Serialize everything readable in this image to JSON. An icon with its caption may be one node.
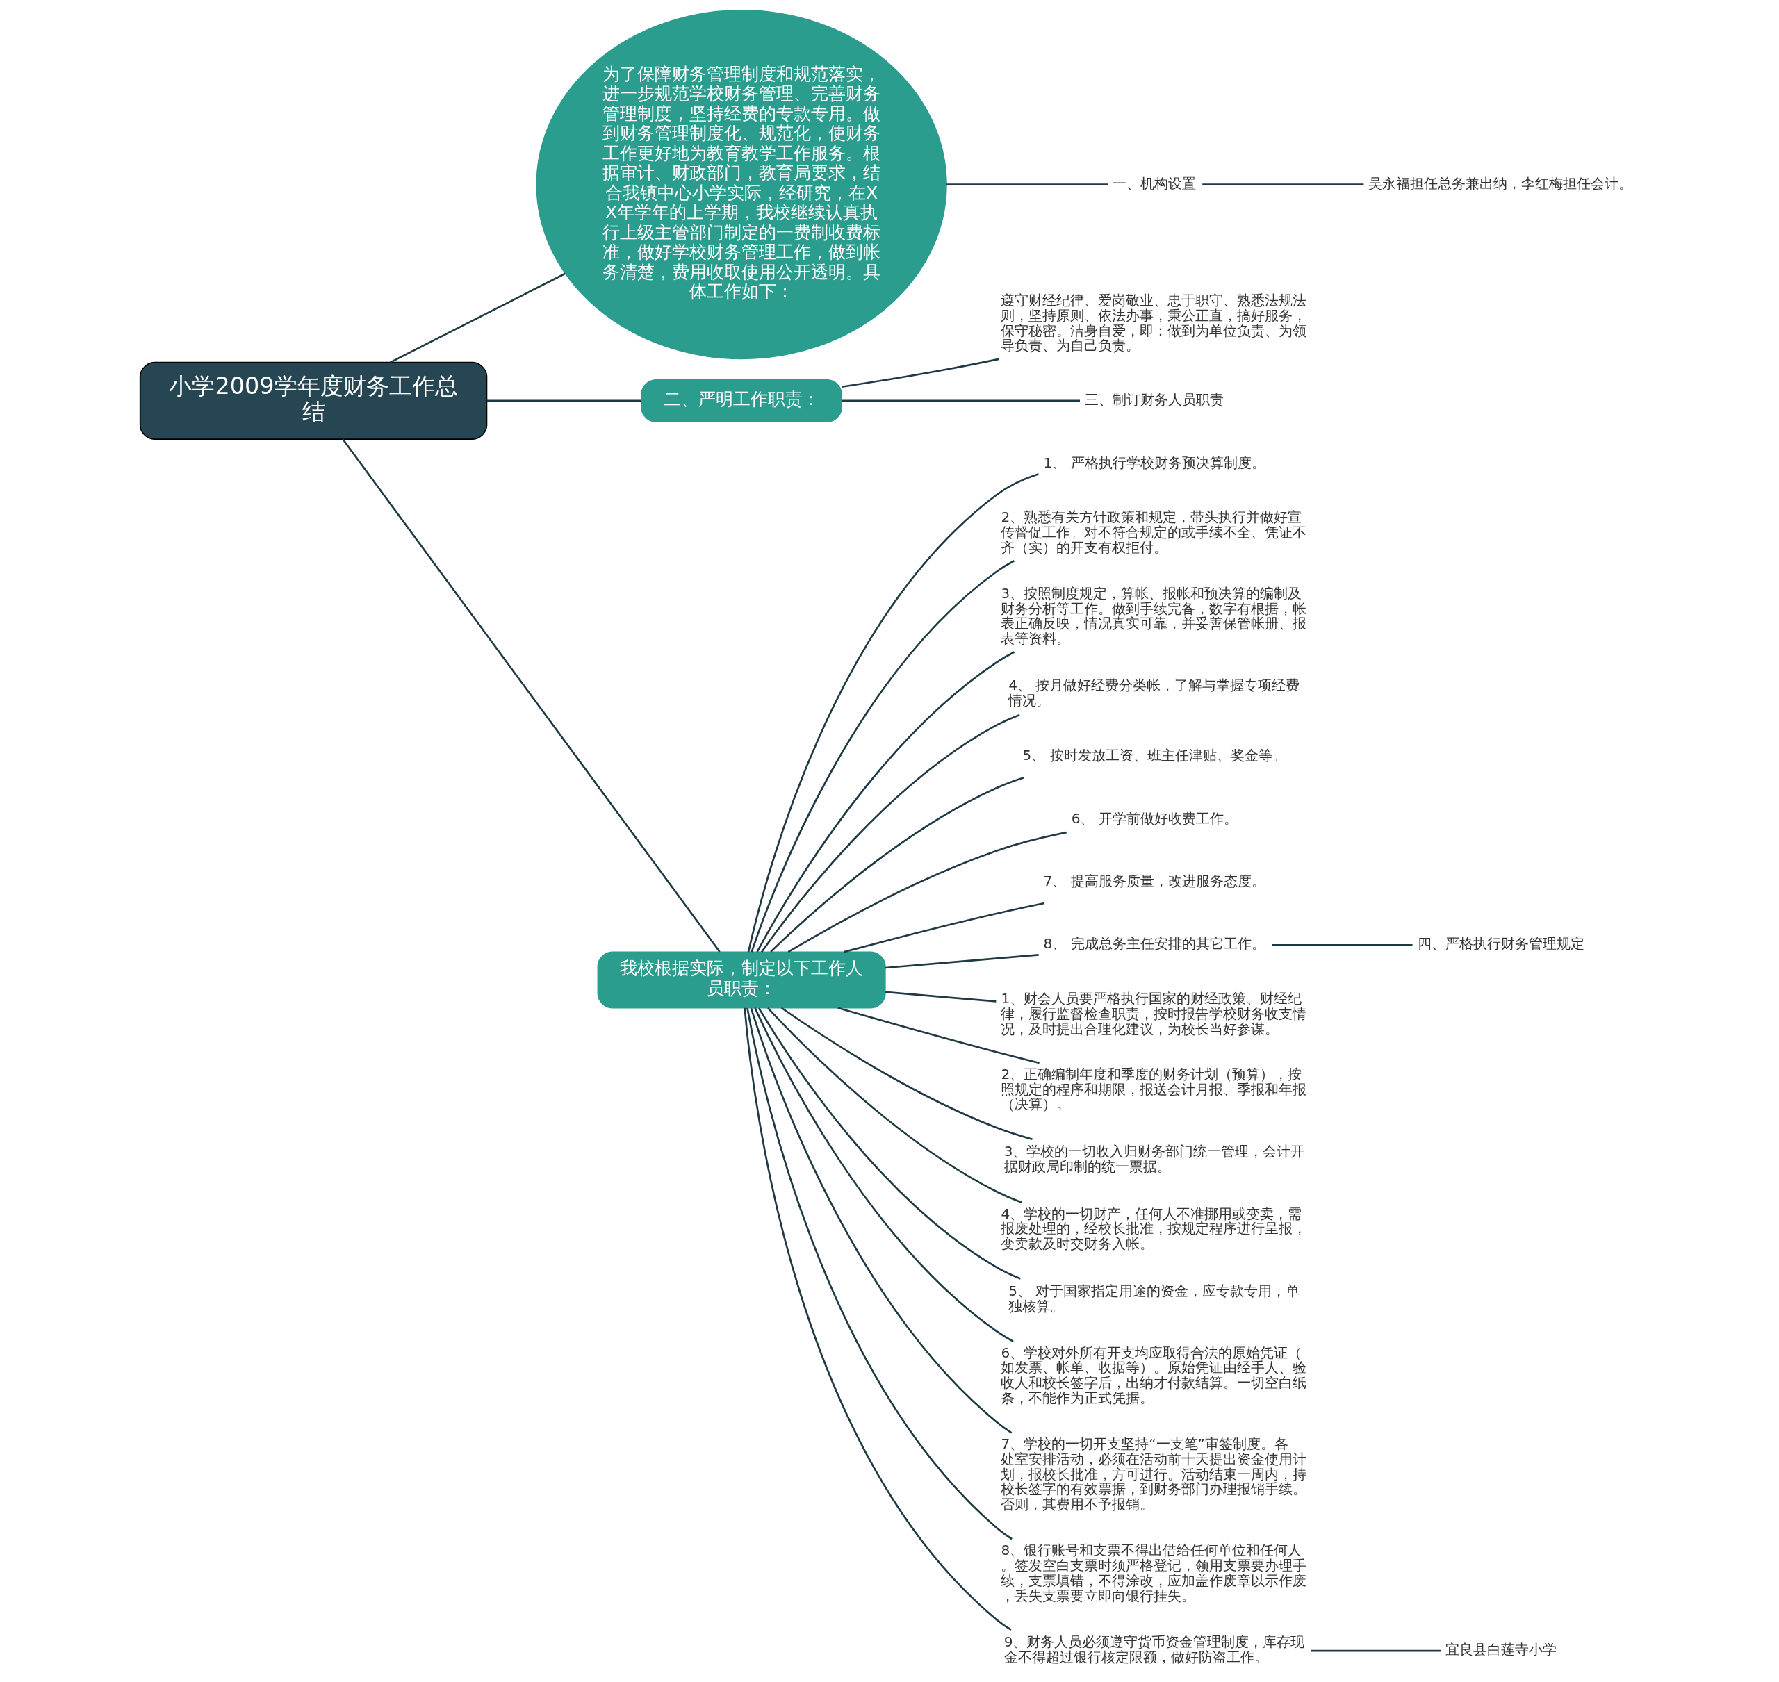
{
  "diagram": {
    "nodes": [
      {
        "text": [
          "小学2009学年度财务工作总结"
        ]
      },
      {
        "text": [
          "为了保障财务管理制度和规范落实，进一步规范学校财务管理、完善财务管理制度，坚持经费的专款专用。做到财务管理制度化、规范化，使财务工作更好地为教育教学工作服务。根据审计、财政部门，教育局要求，结合我镇中心小学实际，经研究，在XX年学年的上学期，我校继续认真执行上级主管部门制定的一费制收费标准，做好学校财务管理工作，做到帐务清楚，费用收取使用公开透明。具体工作如下："
        ]
      },
      {
        "text": [
          "一、机构设置"
        ]
      },
      {
        "text": [
          "吴永福担任总务兼出纳，李红梅担任会计。"
        ]
      },
      {
        "text": [
          "二、严明工作职责："
        ]
      },
      {
        "text": [
          "遵守财经纪律、爱岗敬业、忠于职守、熟悉法规法则，坚持原则、依法办事，秉公正直，搞好服务，保守秘密。洁身自爱，即：做到为单位负责、为领导负责、为自己负责。"
        ]
      },
      {
        "text": [
          "三、制订财务人员职责"
        ]
      },
      {
        "text": [
          "我校根据实际，制定以下工作人员职责："
        ]
      },
      {
        "text": [
          "1、 严格执行学校财务预决算制度。"
        ]
      },
      {
        "text": [
          "2、熟悉有关方针政策和规定，带头执行并做好宣传督促工作。对不符合规定的或手续不全、凭证不齐（实）的开支有权拒付。"
        ]
      },
      {
        "text": [
          "3、按照制度规定，算帐、报帐和预决算的编制及财务分析等工作。做到手续完备，数字有根据，帐表正确反映，情况真实可靠，并妥善保管帐册、报表等资料。"
        ]
      },
      {
        "text": [
          "4、 按月做好经费分类帐，了解与掌握专项经费情况。"
        ]
      },
      {
        "text": [
          "5、 按时发放工资、班主任津贴、奖金等。"
        ]
      },
      {
        "text": [
          "6、 开学前做好收费工作。"
        ]
      },
      {
        "text": [
          "7、 提高服务质量，改进服务态度。"
        ]
      },
      {
        "text": [
          "8、 完成总务主任安排的其它工作。"
        ]
      },
      {
        "text": [
          "四、严格执行财务管理规定"
        ]
      },
      {
        "text": [
          "1、财会人员要严格执行国家的财经政策、财经纪律，履行监督检查职责，按时报告学校财务收支情况，及时提出合理化建议，为校长当好参谋。"
        ]
      },
      {
        "text": [
          "2、正确编制年度和季度的财务计划（预算），按照规定的程序和期限，报送会计月报、季报和年报（决算）。"
        ]
      },
      {
        "text": [
          "3、学校的一切收入归财务部门统一管理，会计开据财政局印制的统一票据。"
        ]
      },
      {
        "text": [
          "4、学校的一切财产，任何人不准挪用或变卖，需报废处理的，经校长批准，按规定程序进行呈报，变卖款及时交财务入帐。"
        ]
      },
      {
        "text": [
          "5、 对于国家指定用途的资金，应专款专用，单独核算。"
        ]
      },
      {
        "text": [
          "6、学校对外所有开支均应取得合法的原始凭证（如发票、帐单、收据等）。原始凭证由经手人、验收人和校长签字后，出纳才付款结算。一切空白纸条，不能作为正式凭据。"
        ]
      },
      {
        "text": [
          "7、学校的一切开支坚持“一支笔”审签制度。各处室安排活动，必须在活动前十天提出资金使用计划，报校长批准，方可进行。活动结束一周内，持校长签字的有效票据，到财务部门办理报销手续。否则，其费用不予报销。"
        ]
      },
      {
        "text": [
          "8、银行账号和支票不得出借给任何单位和任何人。签发空白支票时须严格登记，领用支票要办理手续，支票填错，不得涂改，应加盖作废章以示作废，丢失支票要立即向银行挂失。"
        ]
      },
      {
        "text": [
          "9、财务人员必须遵守货币资金管理制度，库存现金不得超过银行核定限额，做好防盗工作。"
        ]
      },
      {
        "text": [
          "宜良县白莲寺小学"
        ]
      }
    ],
    "edges": [
      {
        "from": 0,
        "to": 1,
        "arrow": "none"
      },
      {
        "from": 1,
        "to": 2,
        "arrow": "none"
      },
      {
        "from": 2,
        "to": 3,
        "arrow": "none"
      },
      {
        "from": 0,
        "to": 4,
        "arrow": "none"
      },
      {
        "from": 4,
        "to": 5,
        "arrow": "none"
      },
      {
        "from": 4,
        "to": 6,
        "arrow": "none"
      },
      {
        "from": 0,
        "to": 7,
        "arrow": "none"
      },
      {
        "from": 7,
        "to": 8,
        "arrow": "none"
      },
      {
        "from": 7,
        "to": 9,
        "arrow": "none"
      },
      {
        "from": 7,
        "to": 10,
        "arrow": "none"
      },
      {
        "from": 7,
        "to": 11,
        "arrow": "none"
      },
      {
        "from": 7,
        "to": 12,
        "arrow": "none"
      },
      {
        "from": 7,
        "to": 13,
        "arrow": "none"
      },
      {
        "from": 7,
        "to": 14,
        "arrow": "none"
      },
      {
        "from": 7,
        "to": 15,
        "arrow": "none"
      },
      {
        "from": 15,
        "to": 16,
        "arrow": "none"
      },
      {
        "from": 7,
        "to": 17,
        "arrow": "none"
      },
      {
        "from": 7,
        "to": 18,
        "arrow": "none"
      },
      {
        "from": 7,
        "to": 19,
        "arrow": "none"
      },
      {
        "from": 7,
        "to": 20,
        "arrow": "none"
      },
      {
        "from": 7,
        "to": 21,
        "arrow": "none"
      },
      {
        "from": 7,
        "to": 22,
        "arrow": "none"
      },
      {
        "from": 7,
        "to": 23,
        "arrow": "none"
      },
      {
        "from": 7,
        "to": 24,
        "arrow": "none"
      },
      {
        "from": 7,
        "to": 25,
        "arrow": "none"
      },
      {
        "from": 25,
        "to": 26,
        "arrow": "none"
      }
    ]
  }
}
